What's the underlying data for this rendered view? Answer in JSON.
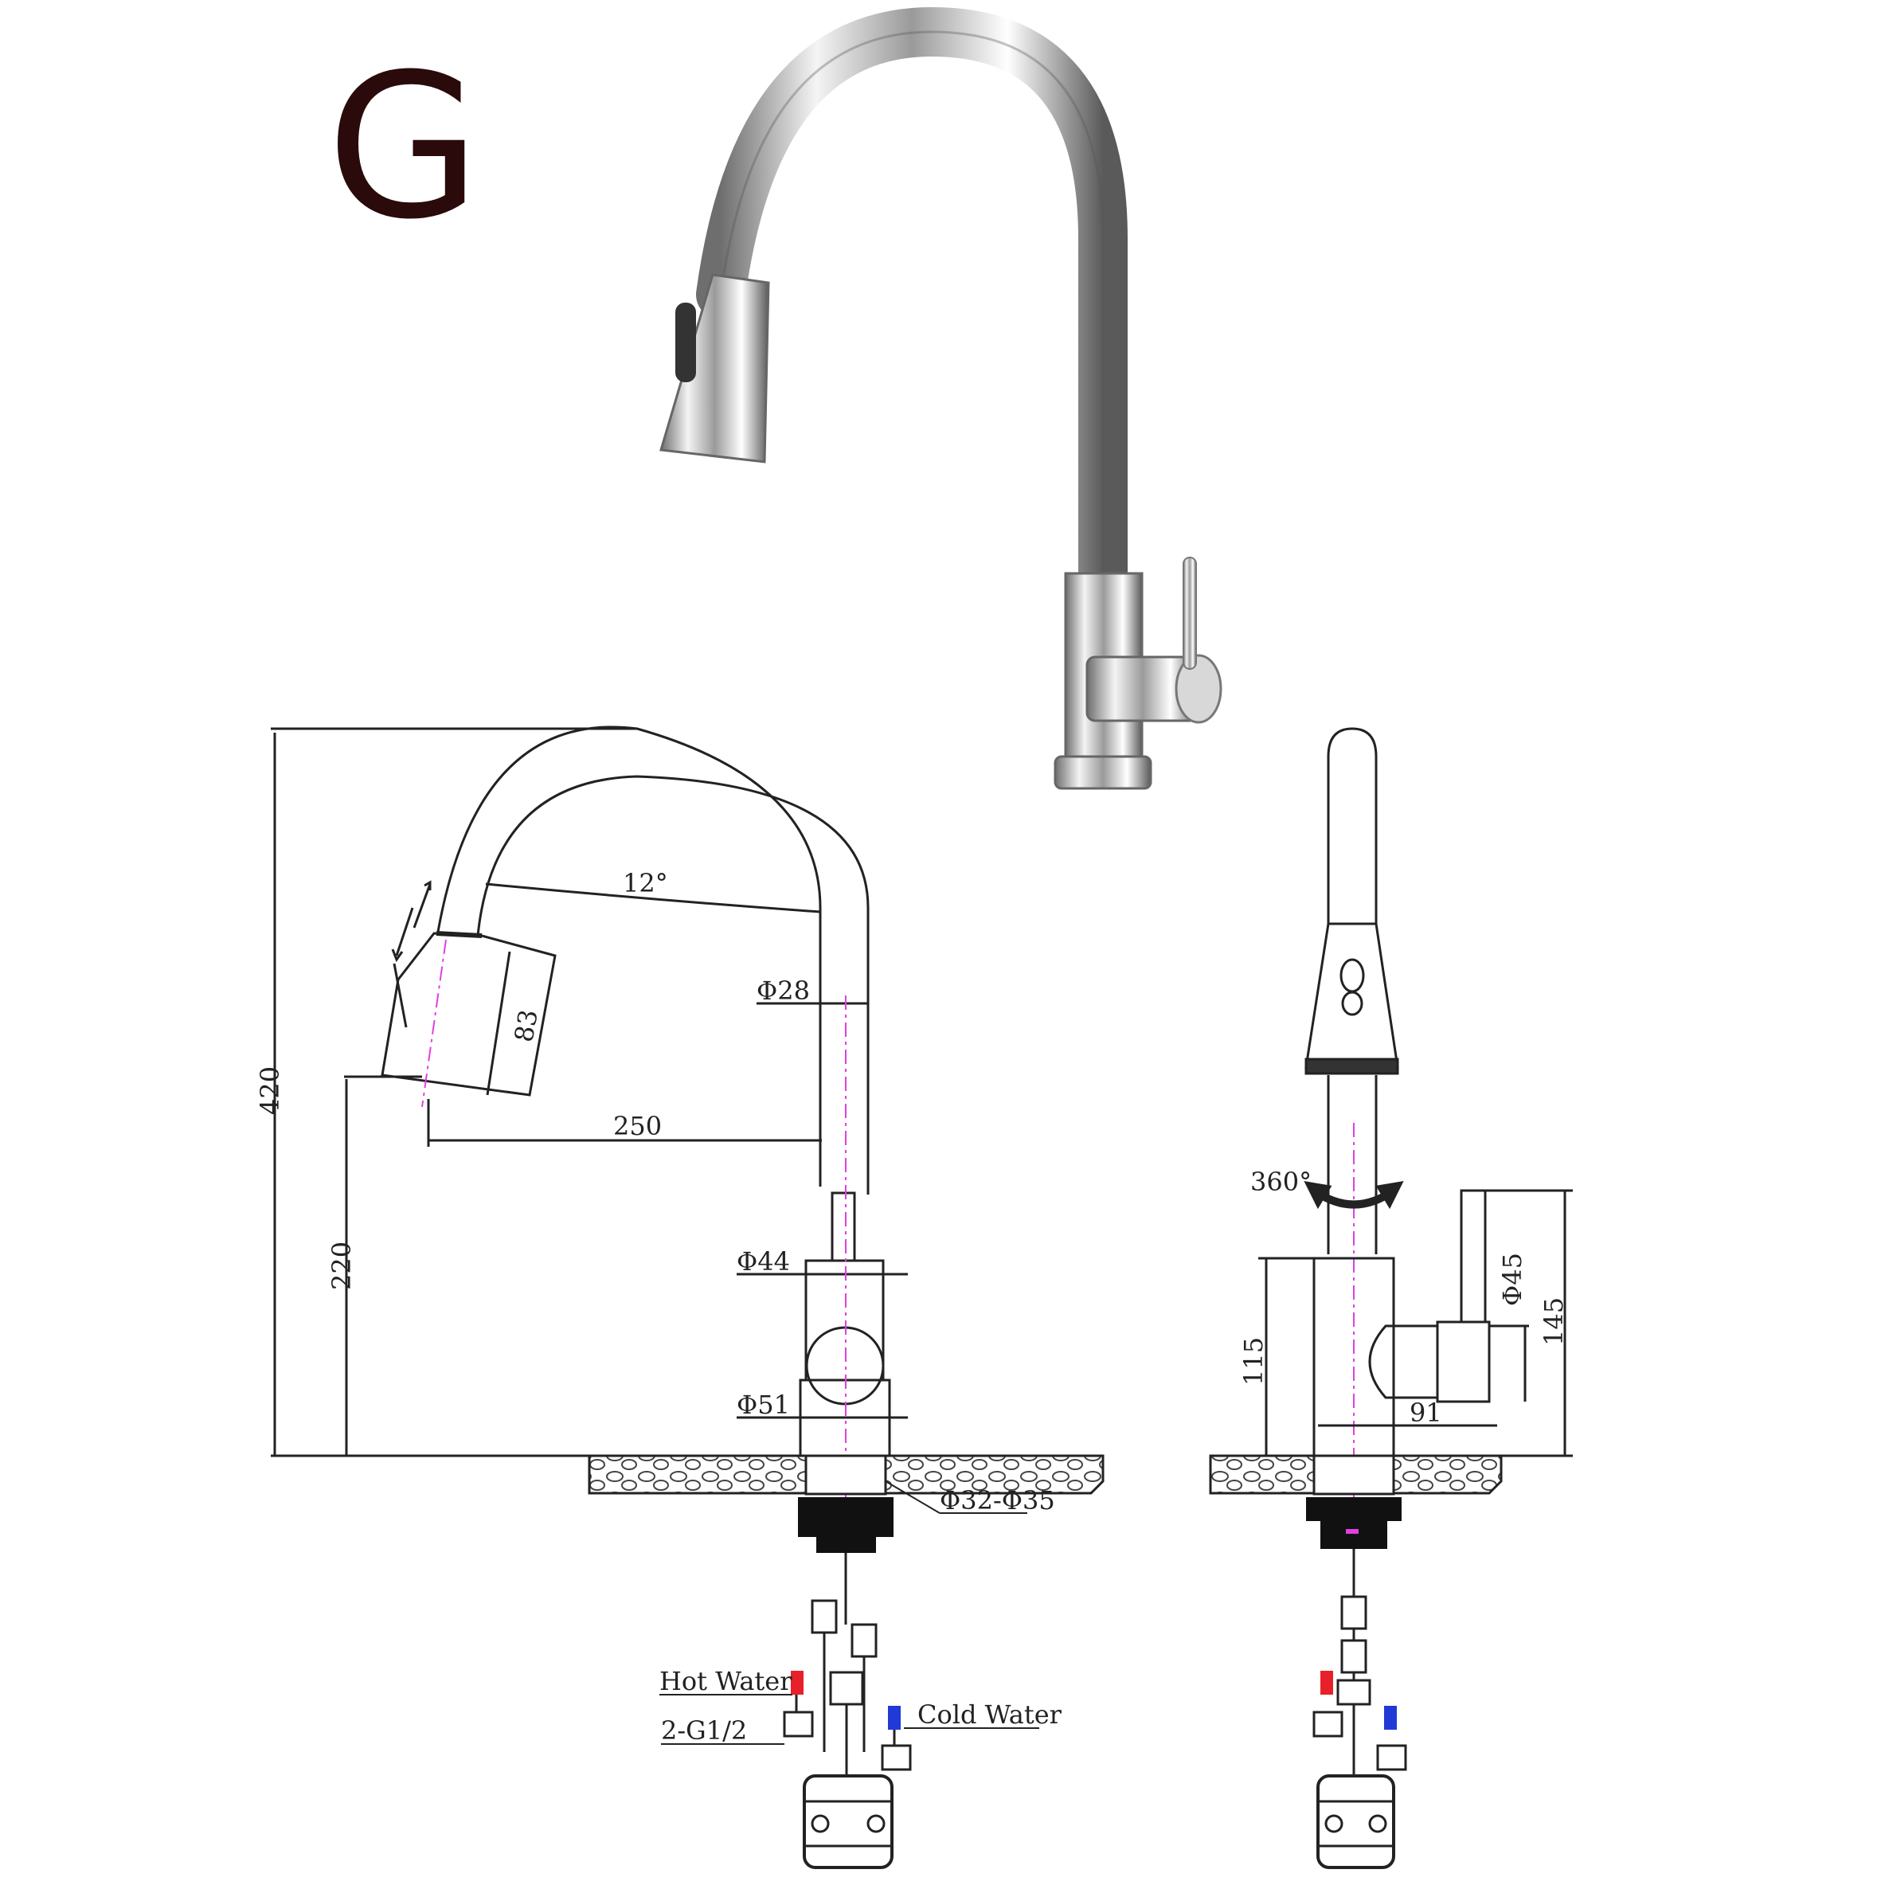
{
  "variant_letter": "G",
  "dimensions": {
    "height_total": "420",
    "spout_tilt": "12°",
    "pipe_dia": "Φ28",
    "head_length": "83",
    "reach": "250",
    "spout_clearance": "220",
    "handle_dia": "Φ44",
    "base_dia": "Φ51",
    "hole_dia": "Φ32-Φ35",
    "rotation": "360°",
    "lever_dia": "Φ45",
    "body_height": "115",
    "lever_height": "145",
    "lever_reach": "91"
  },
  "labels": {
    "hot_water": "Hot Water",
    "cold_water": "Cold Water",
    "thread": "2-G1/2"
  },
  "colors": {
    "hot": "#e8202a",
    "cold": "#1f3ad6",
    "centerline": "#e040e0",
    "line": "#222222"
  }
}
